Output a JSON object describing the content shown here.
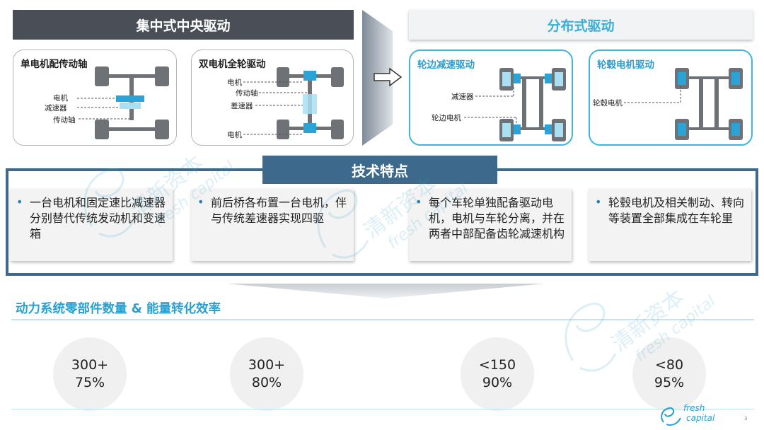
{
  "header": {
    "left_title": "集中式中央驱动",
    "right_title": "分布式驱动"
  },
  "panels": {
    "single_motor": {
      "title": "单电机配传动轴",
      "labels": [
        "电机",
        "减速器",
        "传动轴"
      ]
    },
    "dual_motor": {
      "title": "双电机全轮驱动",
      "labels": [
        "电机",
        "传动轴",
        "差速器",
        "电机"
      ]
    },
    "wheel_side": {
      "title": "轮边减速驱动",
      "labels": [
        "减速器",
        "轮边电机"
      ]
    },
    "hub_motor": {
      "title": "轮毂电机驱动",
      "labels": [
        "轮毂电机"
      ]
    }
  },
  "tech": {
    "title": "技术特点",
    "cards": [
      "一台电机和固定速比减速器分别替代传统发动机和变速箱",
      "前后桥各布置一台电机，伴与传统差速器实现四驱",
      "每个车轮单独配备驱动电机，电机与车轮分离，并在两者中部配备齿轮减速机构",
      "轮毂电机及相关制动、转向等装置全部集成在车轮里"
    ]
  },
  "section": {
    "title": "动力系统零部件数量 & 能量转化效率"
  },
  "stats": [
    {
      "count": "300+",
      "efficiency": "75%"
    },
    {
      "count": "300+",
      "efficiency": "80%"
    },
    {
      "count": "<150",
      "efficiency": "90%"
    },
    {
      "count": "<80",
      "efficiency": "95%"
    }
  ],
  "footer": {
    "page_number": "3",
    "logo_line1": "fresh",
    "logo_line2": "capital"
  },
  "watermark": {
    "text_cn": "清新资本",
    "text_en": "fresh capital"
  },
  "colors": {
    "dark_header": "#4a4f57",
    "accent_blue": "#2aa0cf",
    "tech_frame": "#3d6a8c",
    "wheel_gray": "#6e7175",
    "motor_blue": "#2aa3d6"
  }
}
